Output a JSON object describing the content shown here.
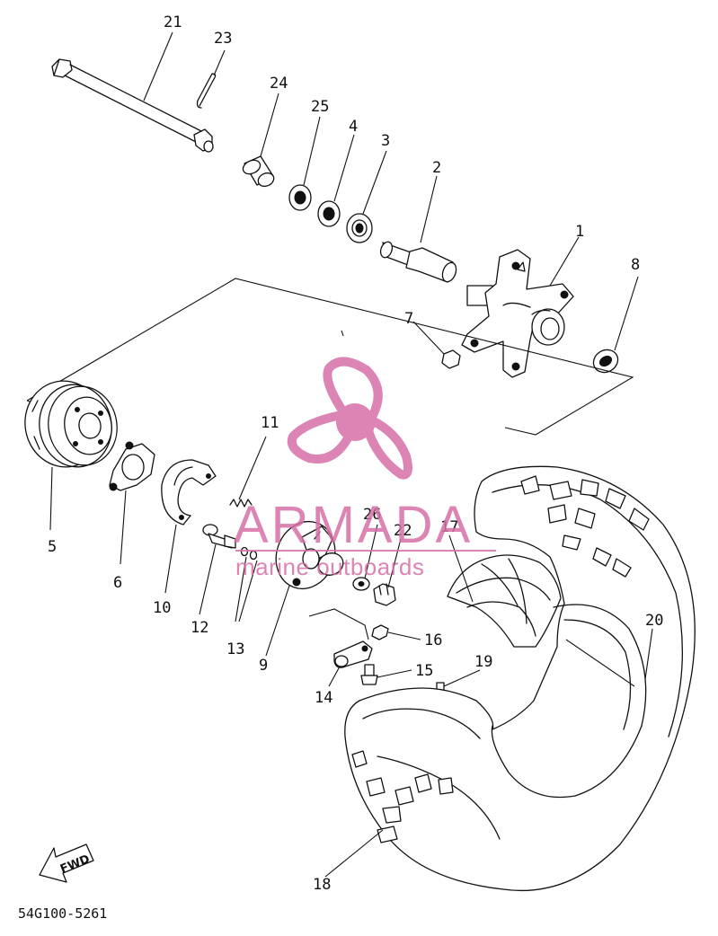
{
  "callouts": [
    "1",
    "2",
    "3",
    "4",
    "5",
    "6",
    "7",
    "8",
    "9",
    "10",
    "11",
    "12",
    "13",
    "14",
    "15",
    "16",
    "17",
    "18",
    "19",
    "20",
    "21",
    "22",
    "23",
    "24",
    "25",
    "26"
  ],
  "diagram_code": "54G100-5261",
  "fwd_label": "FWD",
  "watermark": {
    "title": "ARMADA",
    "subtitle": "marine outboards",
    "color": "#d66fa6"
  }
}
